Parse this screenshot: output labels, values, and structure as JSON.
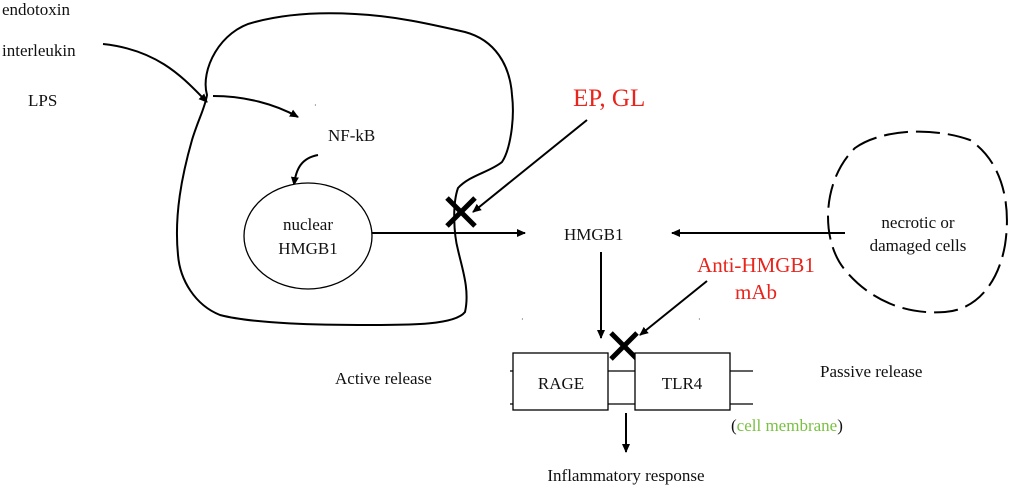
{
  "inputs": {
    "endotoxin": "endotoxin",
    "interleukin": "interleukin",
    "lps": "LPS"
  },
  "cell": {
    "nfkb": "NF-kB",
    "nuclear_line1": "nuclear",
    "nuclear_line2": "HMGB1"
  },
  "inhibitors": {
    "ep_gl": "EP, GL",
    "antibody_line1": "Anti-HMGB1",
    "antibody_line2": "mAb"
  },
  "center": {
    "hmgb1": "HMGB1"
  },
  "necrotic": {
    "line1": "necrotic or",
    "line2": "damaged cells"
  },
  "receptors": {
    "rage": "RAGE",
    "tlr4": "TLR4"
  },
  "membrane": {
    "open_paren": "(",
    "label": "cell membrane",
    "close_paren": ")"
  },
  "captions": {
    "active": "Active release",
    "passive": "Passive release",
    "output": "Inflammatory response"
  },
  "colors": {
    "inhibitor_red": "#e8241c",
    "membrane_green": "#7ac143",
    "ink": "#000000"
  }
}
